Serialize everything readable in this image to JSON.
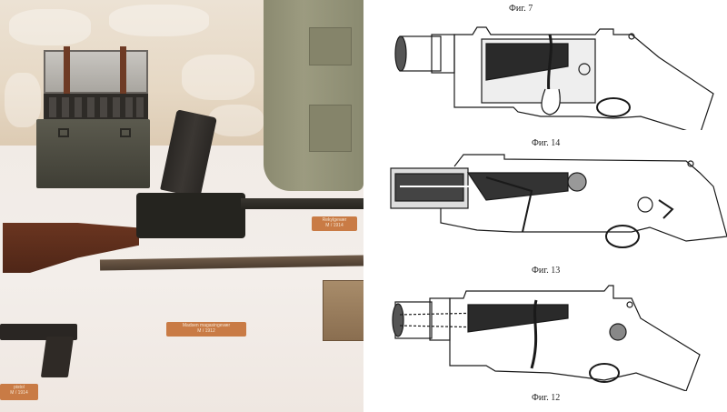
{
  "photo": {
    "labels": [
      {
        "line1": "Rekylgevær",
        "line2": "M / 1914"
      },
      {
        "line1": "Madsen magasingevær",
        "line2": "M / 1912"
      },
      {
        "line1": "pistol",
        "line2": "M / 1914"
      }
    ]
  },
  "drawings": {
    "figures": [
      {
        "caption": "Фиг. 7"
      },
      {
        "caption": "Фиг. 14"
      },
      {
        "caption": "Фиг. 13"
      },
      {
        "caption": "Фиг. 12"
      }
    ]
  },
  "colors": {
    "label_bg": "#c97b45",
    "wall": "#e6d8c4",
    "table": "#f1ebe6",
    "drawing_ink": "#1a1a1a"
  }
}
